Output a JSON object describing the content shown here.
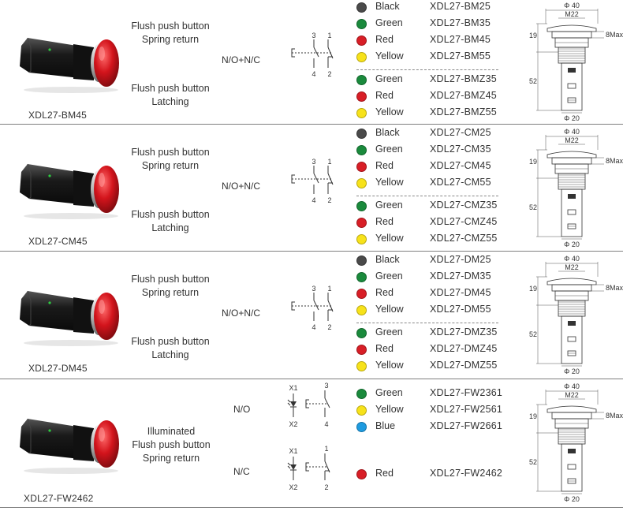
{
  "dims": {
    "d40": "Φ 40",
    "m22": "M22",
    "h19": "19",
    "max8": "8Max",
    "h52": "52",
    "d20": "Φ 20"
  },
  "pin_labels": {
    "p1": "1",
    "p2": "2",
    "p3": "3",
    "p4": "4",
    "x1": "X1",
    "x2": "X2"
  },
  "colors": {
    "Black": "#4a4a4a",
    "Green": "#1a8a3c",
    "Red": "#d81e26",
    "Yellow": "#f7e21a",
    "Blue": "#1e9be0"
  },
  "sections": [
    {
      "model": "XDL27-BM45",
      "desc1": "Flush push button\nSpring return",
      "desc2": "Flush push button\nLatching",
      "contact": "N/O+N/C",
      "spring": [
        {
          "color": "Black",
          "code": "XDL27-BM25"
        },
        {
          "color": "Green",
          "code": "XDL27-BM35"
        },
        {
          "color": "Red",
          "code": "XDL27-BM45"
        },
        {
          "color": "Yellow",
          "code": "XDL27-BM55"
        }
      ],
      "latch": [
        {
          "color": "Green",
          "code": "XDL27-BMZ35"
        },
        {
          "color": "Red",
          "code": "XDL27-BMZ45"
        },
        {
          "color": "Yellow",
          "code": "XDL27-BMZ55"
        }
      ]
    },
    {
      "model": "XDL27-CM45",
      "desc1": "Flush push button\nSpring return",
      "desc2": "Flush push button\nLatching",
      "contact": "N/O+N/C",
      "spring": [
        {
          "color": "Black",
          "code": "XDL27-CM25"
        },
        {
          "color": "Green",
          "code": "XDL27-CM35"
        },
        {
          "color": "Red",
          "code": "XDL27-CM45"
        },
        {
          "color": "Yellow",
          "code": "XDL27-CM55"
        }
      ],
      "latch": [
        {
          "color": "Green",
          "code": "XDL27-CMZ35"
        },
        {
          "color": "Red",
          "code": "XDL27-CMZ45"
        },
        {
          "color": "Yellow",
          "code": "XDL27-CMZ55"
        }
      ]
    },
    {
      "model": "XDL27-DM45",
      "desc1": "Flush push button\nSpring return",
      "desc2": "Flush push button\nLatching",
      "contact": "N/O+N/C",
      "spring": [
        {
          "color": "Black",
          "code": "XDL27-DM25"
        },
        {
          "color": "Green",
          "code": "XDL27-DM35"
        },
        {
          "color": "Red",
          "code": "XDL27-DM45"
        },
        {
          "color": "Yellow",
          "code": "XDL27-DM55"
        }
      ],
      "latch": [
        {
          "color": "Green",
          "code": "XDL27-DMZ35"
        },
        {
          "color": "Red",
          "code": "XDL27-DMZ45"
        },
        {
          "color": "Yellow",
          "code": "XDL27-DMZ55"
        }
      ]
    },
    {
      "model": "XDL27-FW2462",
      "desc": "Illuminated\nFlush push button\nSpring return",
      "contact_no": "N/O",
      "contact_nc": "N/C",
      "no_items": [
        {
          "color": "Green",
          "code": "XDL27-FW2361"
        },
        {
          "color": "Yellow",
          "code": "XDL27-FW2561"
        },
        {
          "color": "Blue",
          "code": "XDL27-FW2661"
        }
      ],
      "nc_items": [
        {
          "color": "Red",
          "code": "XDL27-FW2462"
        }
      ]
    }
  ]
}
